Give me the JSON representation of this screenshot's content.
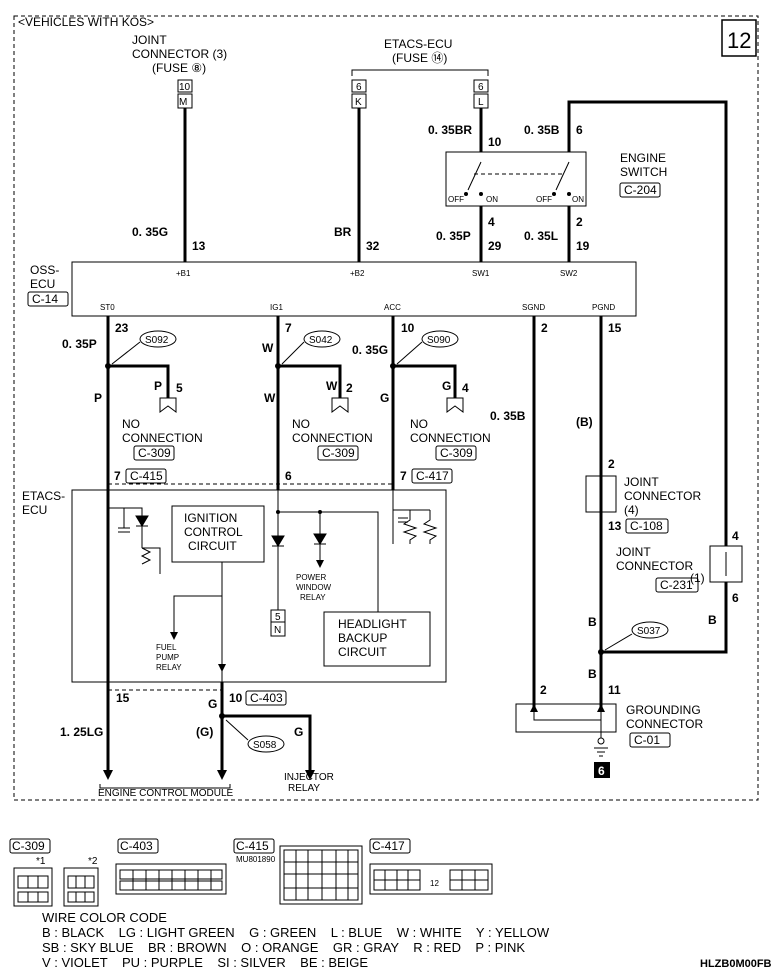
{
  "header": {
    "variant": "<VEHICLES WITH KOS>",
    "page_number": "12"
  },
  "top_sources": {
    "joint_connector": {
      "line1": "JOINT",
      "line2": "CONNECTOR (3)",
      "line3": "(FUSE ⑧)",
      "pin": "10",
      "pin_letter": "M"
    },
    "etacs_ecu": {
      "line1": "ETACS-ECU",
      "line2": "(FUSE ⑭)",
      "pin_a": "6",
      "letter_a": "K",
      "pin_b": "6",
      "letter_b": "L"
    }
  },
  "engine_switch": {
    "line1": "ENGINE",
    "line2": "SWITCH",
    "connector": "C-204",
    "off": "OFF",
    "on": "ON"
  },
  "wires": {
    "w1_color": "0. 35G",
    "w1_pin": "13",
    "w2_color": "BR",
    "w2_pin": "32",
    "w3_top_color": "0. 35BR",
    "w3_top_pin": "10",
    "w3_bot_pin": "4",
    "w3_bot_color": "0. 35P",
    "w3_ecu_pin": "29",
    "w4_top_color": "0. 35B",
    "w4_top_pin": "6",
    "w4_bot_pin": "2",
    "w4_bot_color": "0. 35L",
    "w4_ecu_pin": "19"
  },
  "oss_ecu": {
    "line1": "OSS-",
    "line2": "ECU",
    "connector": "C-14",
    "pins_top": [
      "+B1",
      "+B2",
      "SW1",
      "SW2"
    ],
    "pins_bottom": [
      "ST0",
      "IG1",
      "ACC",
      "SGND",
      "PGND"
    ]
  },
  "lower_wires": {
    "st0_pin": "23",
    "st0_color": "0. 35P",
    "st0_splice": "S092",
    "st0_branch_color": "P",
    "st0_branch_pin": "5",
    "st0_wire_color": "P",
    "ig1_pin": "7",
    "ig1_color": "W",
    "ig1_splice": "S042",
    "ig1_branch_color": "W",
    "ig1_branch_pin": "2",
    "ig1_wire_color": "W",
    "acc_pin": "10",
    "acc_color": "0. 35G",
    "acc_splice": "S090",
    "acc_branch_color": "G",
    "acc_branch_pin": "4",
    "acc_wire_color": "G",
    "sgnd_pin": "2",
    "sgnd_color": "0. 35B",
    "pgnd_pin": "15",
    "pgnd_color": "(B)"
  },
  "no_connection": {
    "line1": "NO",
    "line2": "CONNECTION",
    "connector": "C-309"
  },
  "etacs_lower": {
    "line1": "ETACS-",
    "line2": "ECU",
    "pin_c415": "7",
    "conn_c415": "C-415",
    "pin_6": "6",
    "pin_c417": "7",
    "conn_c417": "C-417",
    "ignition_line1": "IGNITION",
    "ignition_line2": "CONTROL",
    "ignition_line3": "CIRCUIT",
    "power_window_line1": "POWER",
    "power_window_line2": "WINDOW",
    "power_window_line3": "RELAY",
    "headlight_line1": "HEADLIGHT",
    "headlight_line2": "BACKUP",
    "headlight_line3": "CIRCUIT",
    "fuel_pump_line1": "FUEL",
    "fuel_pump_line2": "PUMP",
    "fuel_pump_line3": "RELAY",
    "out_pin": "5",
    "out_letter": "N",
    "pin_15": "15",
    "pin_g": "G",
    "pin_10": "10",
    "conn_c403": "C-403"
  },
  "bottom": {
    "color_125lg": "1. 25LG",
    "color_g_paren": "(G)",
    "splice_s058": "S058",
    "color_g": "G",
    "ecm": "ENGINE CONTROL MODULE",
    "injector_line1": "INJECTOR",
    "injector_line2": "RELAY"
  },
  "joint4": {
    "pin_top": "2",
    "line1": "JOINT",
    "line2": "CONNECTOR",
    "line3": "(4)",
    "pin_bot": "13",
    "connector": "C-108"
  },
  "joint1": {
    "pin_top": "4",
    "line1": "JOINT",
    "line2": "CONNECTOR",
    "line3": "(1)",
    "connector": "C-231",
    "pin_bot": "6",
    "color": "B"
  },
  "grounding": {
    "color_b1": "B",
    "color_b2": "B",
    "splice_s037": "S037",
    "pin_left": "2",
    "pin_right": "11",
    "line1": "GROUNDING",
    "line2": "CONNECTOR",
    "connector": "C-01",
    "ground_ref": "6"
  },
  "connector_views": {
    "c309": "C-309",
    "star1": "*1",
    "star2": "*2",
    "c403": "C-403",
    "c415": "C-415",
    "c415_part": "MU801890",
    "c417": "C-417",
    "c417_center": "12"
  },
  "legend": {
    "title": "WIRE COLOR CODE",
    "line1": "B : BLACK    LG : LIGHT GREEN    G : GREEN    L : BLUE    W : WHITE    Y : YELLOW",
    "line2": "SB : SKY BLUE    BR : BROWN    O : ORANGE    GR : GRAY    R : RED    P : PINK",
    "line3": "V : VIOLET    PU : PURPLE    SI : SILVER    BE : BEIGE"
  },
  "diagram_code": "HLZB0M00FB"
}
